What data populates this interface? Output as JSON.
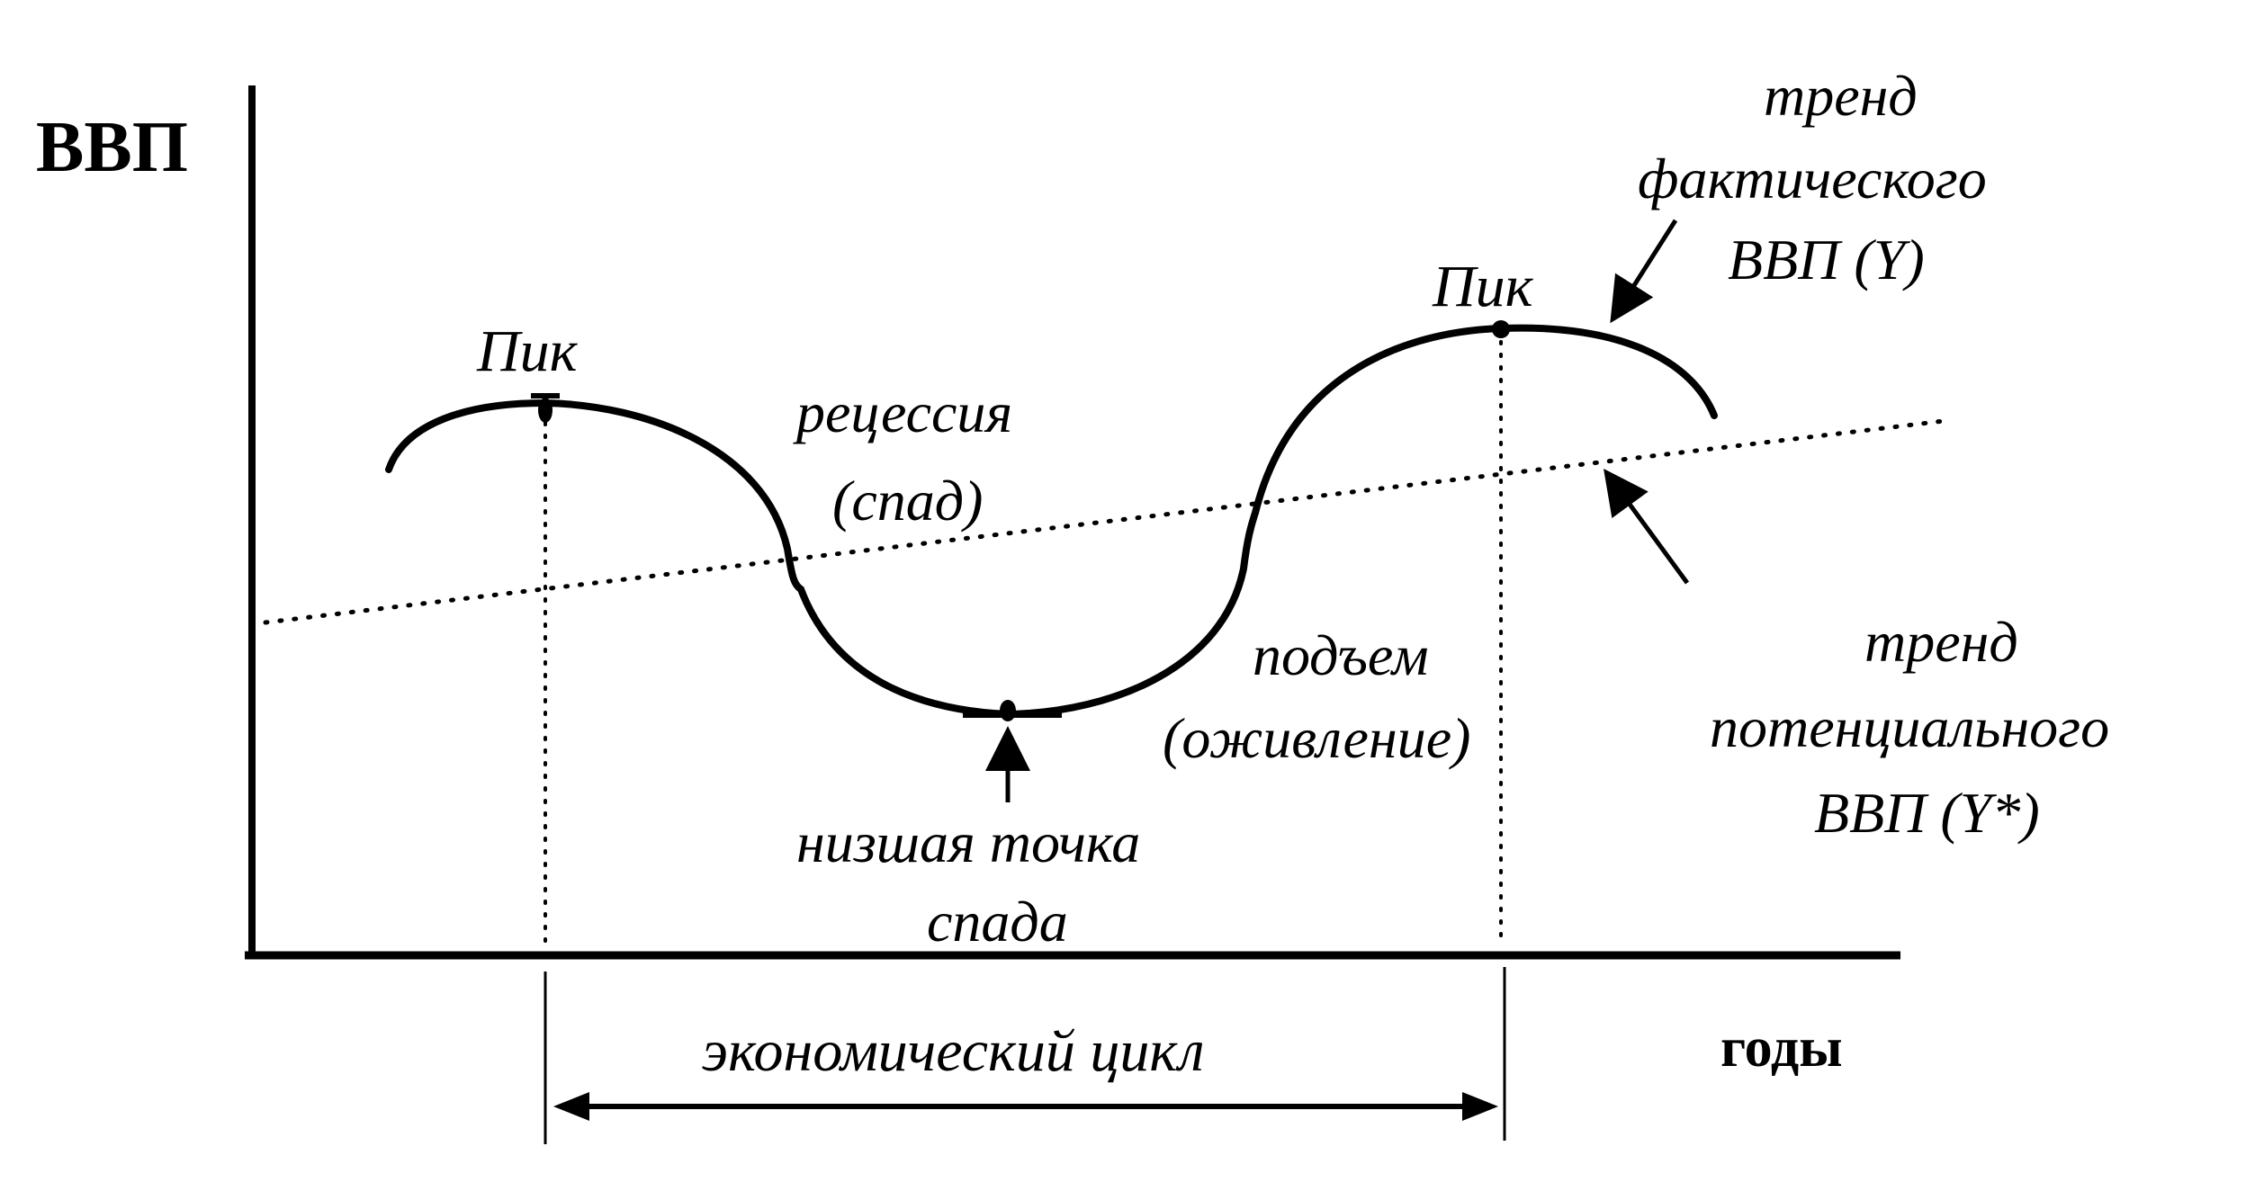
{
  "labels": {
    "y_axis": "ВВП",
    "x_axis": "годы",
    "peak_left": "Пик",
    "peak_right": "Пик",
    "recession_line1": "рецессия",
    "recession_line2": "(спад)",
    "trough_line1": "низшая точка",
    "trough_line2": "спада",
    "recovery_line1": "подъем",
    "recovery_line2": "(оживление)",
    "actual_trend_line1": "тренд",
    "actual_trend_line2": "фактического",
    "actual_trend_line3": "ВВП (Y)",
    "potential_trend_line1": "тренд",
    "potential_trend_line2": "потенциального",
    "potential_trend_line3": "ВВП (Y*)",
    "cycle": "экономический цикл"
  },
  "colors": {
    "ink": "#000000",
    "background": "#ffffff"
  }
}
